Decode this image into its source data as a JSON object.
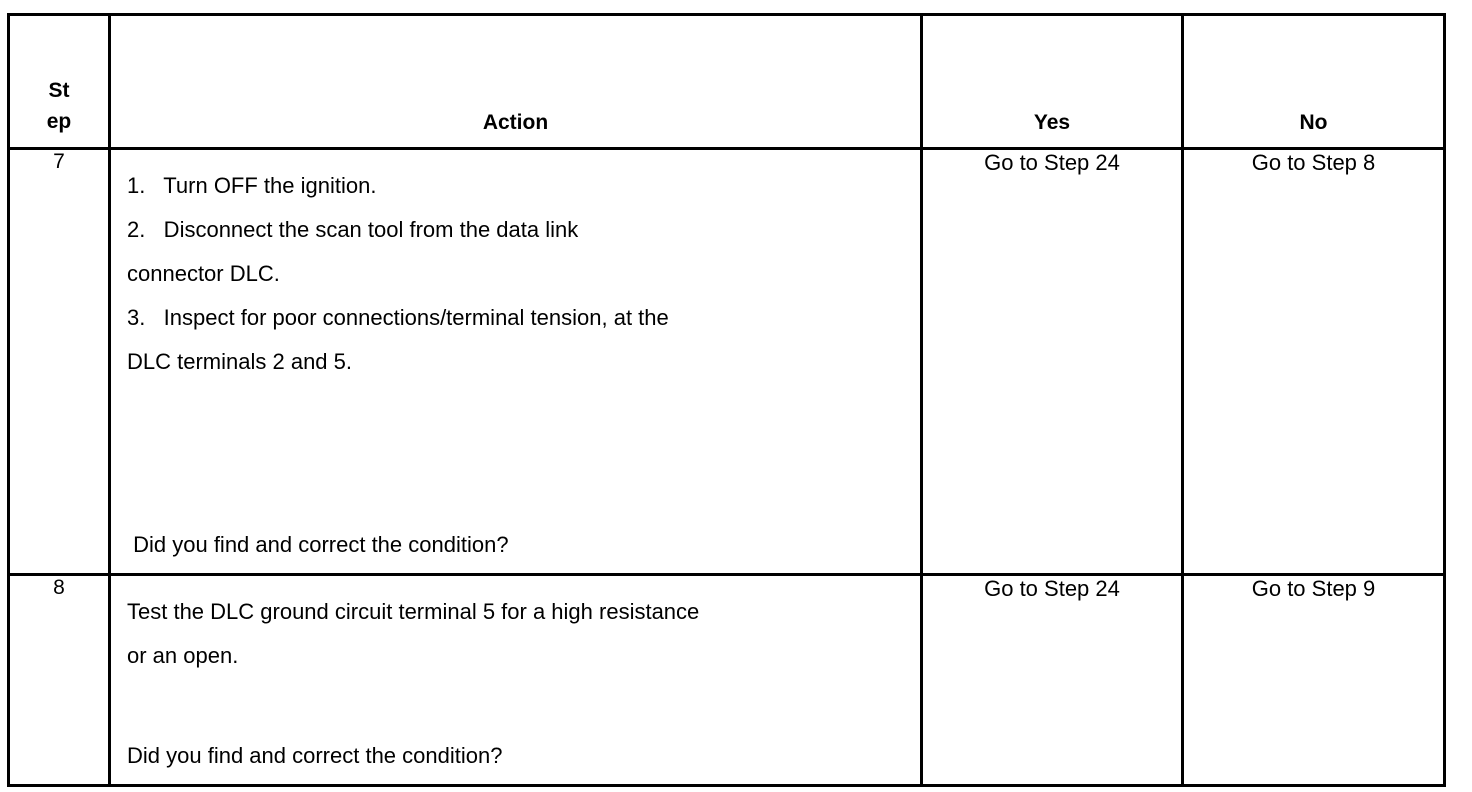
{
  "table": {
    "headers": {
      "step": "St\nep",
      "step_line1": "St",
      "step_line2": "ep",
      "action": "Action",
      "yes": "Yes",
      "no": "No"
    },
    "rows": [
      {
        "step": "7",
        "action_lines": [
          "1.   Turn OFF the ignition.",
          "2.   Disconnect the scan tool from the data link",
          "connector DLC.",
          "3.   Inspect for poor connections/terminal tension, at the",
          "DLC terminals 2 and 5."
        ],
        "question": " Did you find and correct the condition?",
        "yes": "Go to Step 24",
        "no": "Go to Step 8"
      },
      {
        "step": "8",
        "action_lines": [
          "Test the DLC ground circuit terminal 5 for a high resistance",
          "or an open."
        ],
        "question": "Did you find and correct the condition?",
        "yes": "Go to Step 24",
        "no": "Go to Step 9"
      }
    ]
  },
  "colors": {
    "border": "#000000",
    "text": "#000000",
    "background": "#ffffff"
  }
}
